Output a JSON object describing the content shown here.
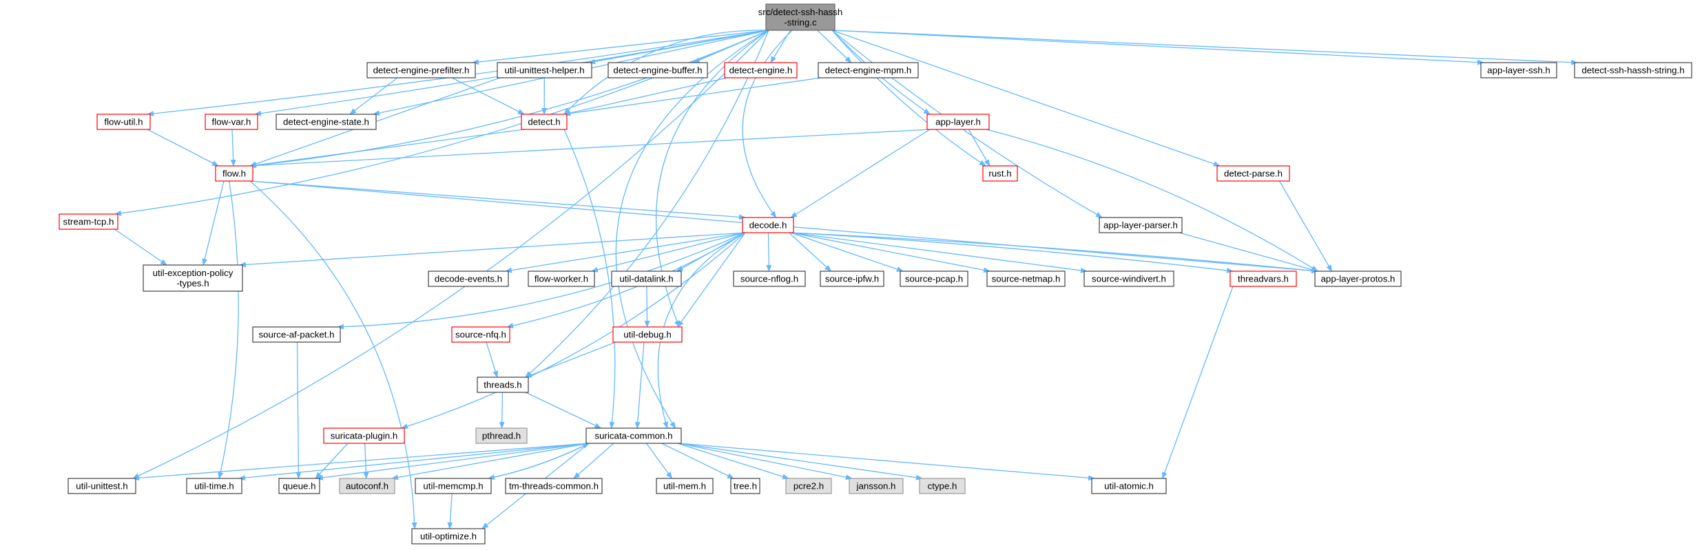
{
  "colors": {
    "edge": "#63b8ff",
    "root_fill": "#999999",
    "normal_border": "#404040",
    "red_border": "#ff0000",
    "gray_fill": "#e0e0e0",
    "background": "#ffffff"
  },
  "nodes": [
    {
      "id": "root",
      "label": [
        "src/detect-ssh-hassh",
        "-string.c"
      ],
      "style": "root"
    },
    {
      "id": "dep_prefilter",
      "label": [
        "detect-engine-prefilter.h"
      ],
      "style": "normal"
    },
    {
      "id": "util_unittest_helper",
      "label": [
        "util-unittest-helper.h"
      ],
      "style": "normal"
    },
    {
      "id": "dep_buffer",
      "label": [
        "detect-engine-buffer.h"
      ],
      "style": "normal"
    },
    {
      "id": "detect_engine",
      "label": [
        "detect-engine.h"
      ],
      "style": "red"
    },
    {
      "id": "dep_mpm",
      "label": [
        "detect-engine-mpm.h"
      ],
      "style": "normal"
    },
    {
      "id": "app_layer_ssh",
      "label": [
        "app-layer-ssh.h"
      ],
      "style": "normal"
    },
    {
      "id": "detect_ssh_hassh_string",
      "label": [
        "detect-ssh-hassh-string.h"
      ],
      "style": "normal"
    },
    {
      "id": "flow_util",
      "label": [
        "flow-util.h"
      ],
      "style": "red"
    },
    {
      "id": "flow_var",
      "label": [
        "flow-var.h"
      ],
      "style": "red"
    },
    {
      "id": "dep_state",
      "label": [
        "detect-engine-state.h"
      ],
      "style": "normal"
    },
    {
      "id": "detect",
      "label": [
        "detect.h"
      ],
      "style": "red"
    },
    {
      "id": "app_layer",
      "label": [
        "app-layer.h"
      ],
      "style": "red"
    },
    {
      "id": "flow",
      "label": [
        "flow.h"
      ],
      "style": "red"
    },
    {
      "id": "rust",
      "label": [
        "rust.h"
      ],
      "style": "red"
    },
    {
      "id": "detect_parse",
      "label": [
        "detect-parse.h"
      ],
      "style": "red"
    },
    {
      "id": "stream_tcp",
      "label": [
        "stream-tcp.h"
      ],
      "style": "red"
    },
    {
      "id": "decode",
      "label": [
        "decode.h"
      ],
      "style": "red"
    },
    {
      "id": "app_layer_parser",
      "label": [
        "app-layer-parser.h"
      ],
      "style": "normal"
    },
    {
      "id": "util_exception_policy",
      "label": [
        "util-exception-policy",
        "-types.h"
      ],
      "style": "normal"
    },
    {
      "id": "decode_events",
      "label": [
        "decode-events.h"
      ],
      "style": "normal"
    },
    {
      "id": "flow_worker",
      "label": [
        "flow-worker.h"
      ],
      "style": "normal"
    },
    {
      "id": "util_datalink",
      "label": [
        "util-datalink.h"
      ],
      "style": "normal"
    },
    {
      "id": "source_nflog",
      "label": [
        "source-nflog.h"
      ],
      "style": "normal"
    },
    {
      "id": "source_ipfw",
      "label": [
        "source-ipfw.h"
      ],
      "style": "normal"
    },
    {
      "id": "source_pcap",
      "label": [
        "source-pcap.h"
      ],
      "style": "normal"
    },
    {
      "id": "source_netmap",
      "label": [
        "source-netmap.h"
      ],
      "style": "normal"
    },
    {
      "id": "source_windivert",
      "label": [
        "source-windivert.h"
      ],
      "style": "normal"
    },
    {
      "id": "threadvars",
      "label": [
        "threadvars.h"
      ],
      "style": "red"
    },
    {
      "id": "app_layer_protos",
      "label": [
        "app-layer-protos.h"
      ],
      "style": "normal"
    },
    {
      "id": "source_af_packet",
      "label": [
        "source-af-packet.h"
      ],
      "style": "normal"
    },
    {
      "id": "source_nfq",
      "label": [
        "source-nfq.h"
      ],
      "style": "red"
    },
    {
      "id": "util_debug",
      "label": [
        "util-debug.h"
      ],
      "style": "red"
    },
    {
      "id": "threads",
      "label": [
        "threads.h"
      ],
      "style": "normal"
    },
    {
      "id": "pthread",
      "label": [
        "pthread.h"
      ],
      "style": "gray"
    },
    {
      "id": "suricata_plugin",
      "label": [
        "suricata-plugin.h"
      ],
      "style": "red"
    },
    {
      "id": "suricata_common",
      "label": [
        "suricata-common.h"
      ],
      "style": "normal"
    },
    {
      "id": "util_unittest",
      "label": [
        "util-unittest.h"
      ],
      "style": "normal"
    },
    {
      "id": "util_time",
      "label": [
        "util-time.h"
      ],
      "style": "normal"
    },
    {
      "id": "queue",
      "label": [
        "queue.h"
      ],
      "style": "normal"
    },
    {
      "id": "autoconf",
      "label": [
        "autoconf.h"
      ],
      "style": "gray"
    },
    {
      "id": "util_memcmp",
      "label": [
        "util-memcmp.h"
      ],
      "style": "normal"
    },
    {
      "id": "tm_threads_common",
      "label": [
        "tm-threads-common.h"
      ],
      "style": "normal"
    },
    {
      "id": "util_mem",
      "label": [
        "util-mem.h"
      ],
      "style": "normal"
    },
    {
      "id": "tree",
      "label": [
        "tree.h"
      ],
      "style": "normal"
    },
    {
      "id": "pcre2",
      "label": [
        "pcre2.h"
      ],
      "style": "gray"
    },
    {
      "id": "jansson",
      "label": [
        "jansson.h"
      ],
      "style": "gray"
    },
    {
      "id": "ctype",
      "label": [
        "ctype.h"
      ],
      "style": "gray"
    },
    {
      "id": "util_atomic",
      "label": [
        "util-atomic.h"
      ],
      "style": "normal"
    },
    {
      "id": "util_optimize",
      "label": [
        "util-optimize.h"
      ],
      "style": "normal"
    }
  ],
  "edges": [
    [
      "root",
      "dep_prefilter"
    ],
    [
      "root",
      "util_unittest_helper"
    ],
    [
      "root",
      "dep_buffer"
    ],
    [
      "root",
      "detect_engine"
    ],
    [
      "root",
      "dep_mpm"
    ],
    [
      "root",
      "app_layer_ssh"
    ],
    [
      "root",
      "detect_ssh_hassh_string"
    ],
    [
      "root",
      "flow_util"
    ],
    [
      "root",
      "flow_var"
    ],
    [
      "root",
      "dep_state"
    ],
    [
      "root",
      "detect"
    ],
    [
      "root",
      "app_layer"
    ],
    [
      "root",
      "flow"
    ],
    [
      "root",
      "rust"
    ],
    [
      "root",
      "detect_parse"
    ],
    [
      "root",
      "stream_tcp"
    ],
    [
      "root",
      "decode"
    ],
    [
      "root",
      "app_layer_parser"
    ],
    [
      "root",
      "util_debug"
    ],
    [
      "root",
      "threads"
    ],
    [
      "root",
      "suricata_common"
    ],
    [
      "root",
      "util_unittest"
    ],
    [
      "dep_prefilter",
      "dep_state"
    ],
    [
      "dep_prefilter",
      "detect"
    ],
    [
      "util_unittest_helper",
      "detect"
    ],
    [
      "util_unittest_helper",
      "flow"
    ],
    [
      "detect_engine",
      "detect"
    ],
    [
      "dep_mpm",
      "detect"
    ],
    [
      "flow_util",
      "flow"
    ],
    [
      "flow_var",
      "flow"
    ],
    [
      "detect",
      "flow"
    ],
    [
      "detect",
      "suricata_common"
    ],
    [
      "app_layer",
      "flow"
    ],
    [
      "app_layer",
      "rust"
    ],
    [
      "app_layer",
      "decode"
    ],
    [
      "app_layer",
      "app_layer_protos"
    ],
    [
      "flow",
      "decode"
    ],
    [
      "flow",
      "util_exception_policy"
    ],
    [
      "flow",
      "app_layer_protos"
    ],
    [
      "flow",
      "util_time"
    ],
    [
      "flow",
      "util_optimize"
    ],
    [
      "detect_parse",
      "app_layer_protos"
    ],
    [
      "stream_tcp",
      "util_exception_policy"
    ],
    [
      "app_layer_parser",
      "app_layer_protos"
    ],
    [
      "decode",
      "util_exception_policy"
    ],
    [
      "decode",
      "decode_events"
    ],
    [
      "decode",
      "flow_worker"
    ],
    [
      "decode",
      "util_datalink"
    ],
    [
      "decode",
      "source_nflog"
    ],
    [
      "decode",
      "source_ipfw"
    ],
    [
      "decode",
      "source_pcap"
    ],
    [
      "decode",
      "source_netmap"
    ],
    [
      "decode",
      "source_windivert"
    ],
    [
      "decode",
      "threadvars"
    ],
    [
      "decode",
      "app_layer_protos"
    ],
    [
      "decode",
      "source_af_packet"
    ],
    [
      "decode",
      "source_nfq"
    ],
    [
      "decode",
      "util_debug"
    ],
    [
      "decode",
      "suricata_plugin"
    ],
    [
      "decode",
      "suricata_common"
    ],
    [
      "util_datalink",
      "util_debug"
    ],
    [
      "source_nfq",
      "threads"
    ],
    [
      "util_debug",
      "threads"
    ],
    [
      "util_debug",
      "suricata_common"
    ],
    [
      "threads",
      "pthread"
    ],
    [
      "threads",
      "suricata_common"
    ],
    [
      "threadvars",
      "util_atomic"
    ],
    [
      "source_af_packet",
      "queue"
    ],
    [
      "suricata_plugin",
      "queue"
    ],
    [
      "suricata_plugin",
      "autoconf"
    ],
    [
      "suricata_common",
      "util_unittest"
    ],
    [
      "suricata_common",
      "util_time"
    ],
    [
      "suricata_common",
      "queue"
    ],
    [
      "suricata_common",
      "autoconf"
    ],
    [
      "suricata_common",
      "util_memcmp"
    ],
    [
      "suricata_common",
      "tm_threads_common"
    ],
    [
      "suricata_common",
      "util_mem"
    ],
    [
      "suricata_common",
      "tree"
    ],
    [
      "suricata_common",
      "pcre2"
    ],
    [
      "suricata_common",
      "jansson"
    ],
    [
      "suricata_common",
      "ctype"
    ],
    [
      "suricata_common",
      "util_atomic"
    ],
    [
      "suricata_common",
      "util_optimize"
    ],
    [
      "util_memcmp",
      "util_optimize"
    ],
    [
      "util_memcmp",
      "suricata_common"
    ]
  ]
}
